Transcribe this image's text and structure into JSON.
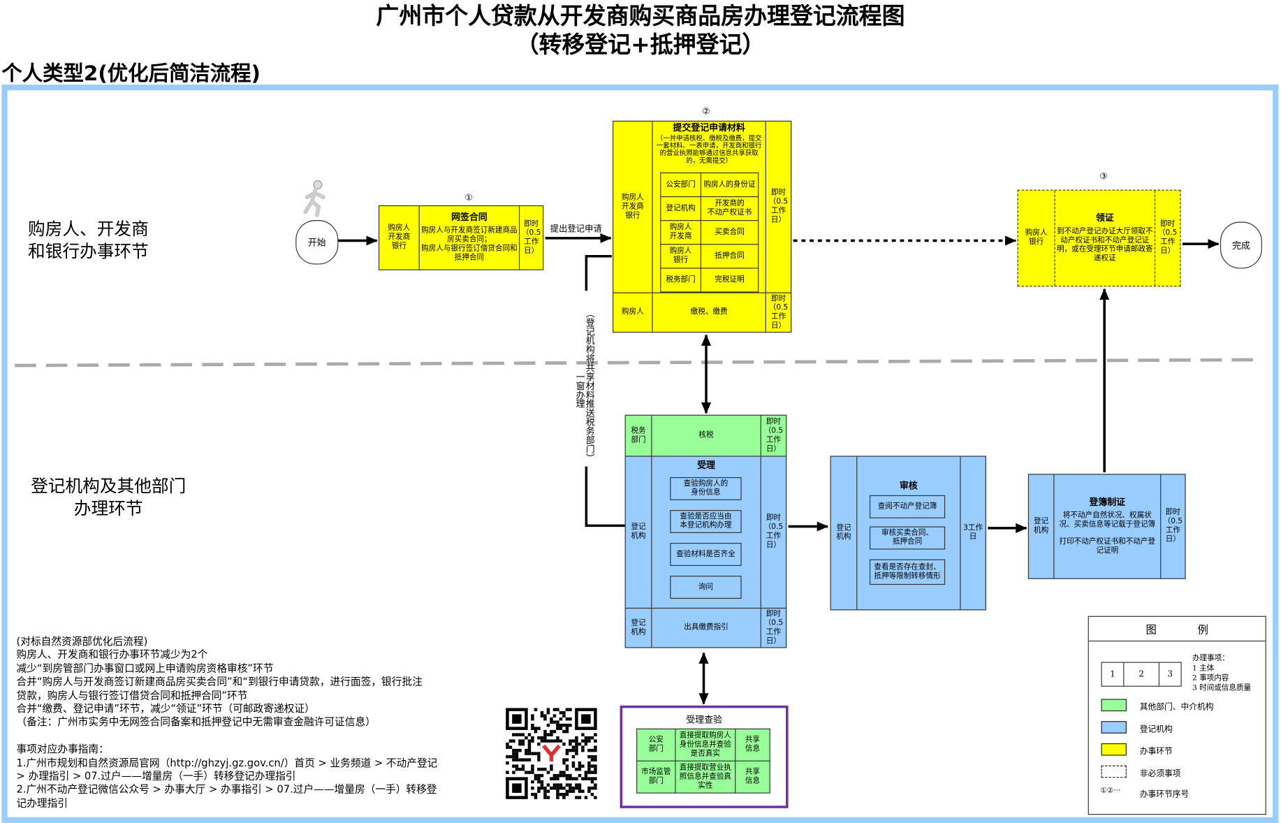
{
  "title": {
    "line1": "广州市个人贷款从开发商购买商品房办理登记流程图",
    "line2": "（转移登记+抵押登记）"
  },
  "subtitle": "个人类型2(优化后简洁流程)",
  "lanes": {
    "top": [
      "购房人、开发商",
      "和银行办事环节"
    ],
    "bottom": [
      "登记机构及其他部门",
      "办理环节"
    ]
  },
  "colors": {
    "yellow": "#ffff00",
    "blue": "#99ccff",
    "green": "#99ff99",
    "frame": "#99ccff",
    "purple": "#7030a0"
  },
  "start": "开始",
  "end": "完成",
  "step1": {
    "num": "①",
    "actor": "购房人\n开发商\n银行",
    "title": "网签合同",
    "content": "购房人与开发商签订新建商品房买卖合同；\n购房人与银行签订借贷合同和抵押合同",
    "time": "即时\n（0.5\n工作\n日）"
  },
  "arrow_label_apply": "提出登记申请",
  "step2": {
    "num": "②",
    "actor": "购房人\n开发商\n银行",
    "title": "提交登记申请材料",
    "note": "（一并申请核税、缴税及缴费，提交一套材料、一表申请，开发商和银行的营业执照能够通过信息共享获取的，无需提交）",
    "materials": [
      {
        "who": "公安部门",
        "what": "购房人的身份证"
      },
      {
        "who": "登记机构",
        "what": "开发商的\n不动产权证书"
      },
      {
        "who": "购房人\n开发商",
        "what": "买卖合同"
      },
      {
        "who": "购房人\n银行",
        "what": "抵押合同"
      },
      {
        "who": "税务部门",
        "what": "完税证明"
      }
    ],
    "time": "即时\n（0.5\n工作\n日）",
    "pay": {
      "actor": "购房人",
      "content": "缴税、缴费",
      "time": "即时\n（0.5\n工作\n日）"
    }
  },
  "step3": {
    "num": "③",
    "actor": "购房人\n银行",
    "title": "领证",
    "content": "到不动产登记办证大厅领取不动产权证书和不动产登记证明，或在受理环节申请邮政寄递权证",
    "time": "即时\n（0.5\n工作\n日）"
  },
  "bracket_note": "（登记机构将共享材料推送税务部门）",
  "bracket_note2": "一窗办理",
  "tax": {
    "actor": "税务\n部门",
    "content": "核税",
    "time": "即时\n（0.5\n工作\n日）"
  },
  "accept": {
    "actor": "登记\n机构",
    "title": "受理",
    "items": [
      "查验购房人的\n身份信息",
      "查验是否应当由\n本登记机构办理",
      "查验材料是否齐全",
      "询问"
    ],
    "time": "即时\n（0.5\n工作\n日）"
  },
  "guide": {
    "actor": "登记\n机构",
    "content": "出具缴费指引",
    "time": "即时\n（0.5\n工作\n日）"
  },
  "review": {
    "actor": "登记\n机构",
    "title": "审核",
    "items": [
      "查阅不动产登记簿",
      "审核买卖合同、\n抵押合同",
      "查看是否存在查封、\n抵押等限制转移情形"
    ],
    "time": "3工作\n日"
  },
  "register": {
    "actor": "登记\n机构",
    "title": "登簿制证",
    "content1": "将不动产自然状况、权属状况、买卖信息等记载于登记簿",
    "content2": "打印不动产权证书和不动产登记证明",
    "time": "即时\n（0.5\n工作\n日）"
  },
  "verify": {
    "title": "受理查验",
    "rows": [
      {
        "dept": "公安\n部门",
        "content": "直接提取购房人身份信息并查验是否真实",
        "type": "共享\n信息"
      },
      {
        "dept": "市场监管\n部门",
        "content": "直接提取营业执照信息并查验真实性",
        "type": "共享\n信息"
      }
    ]
  },
  "notes": [
    "(对标自然资源部优化后流程)",
    "购房人、开发商和银行办事环节减少为2个",
    "减少“到房管部门办事窗口或网上申请购房资格审核”环节",
    "合并“购房人与开发商签订新建商品房买卖合同”和“到银行申请贷款，进行面签，银行批注",
    "贷款，购房人与银行签订借贷合同和抵押合同”环节",
    "合并“缴费、登记申请”环节，减少“领证”环节（可邮政寄递权证）",
    "（备注：广州市实务中无网签合同备案和抵押登记中无需审查金融许可证信息）",
    "",
    "事项对应办事指南：",
    "1.广州市规划和自然资源局官网（http://ghzyj.gz.gov.cn/）首页 > 业务频道 > 不动产登记",
    "> 办理指引 > 07.过户——增量房（一手）转移登记办理指引",
    "2.广州不动产登记微信公众号 > 办事大厅 > 办事指引 > 07.过户——增量房（一手）转移登",
    "记办理指引"
  ],
  "legend": {
    "title_a": "图",
    "title_b": "例",
    "cells": [
      "1",
      "2",
      "3"
    ],
    "items_title": "办理事项：",
    "items": [
      "1 主体",
      "2 事项内容",
      "3 时间或信息质量"
    ],
    "green": "其他部门、中介机构",
    "blue": "登记机构",
    "yellow": "办事环节",
    "dashed": "非必须事项",
    "seq_symbol": "①②···",
    "seq": "办事环节序号"
  },
  "icons": {
    "runner": "running-person-icon",
    "qr": "qr-code"
  }
}
